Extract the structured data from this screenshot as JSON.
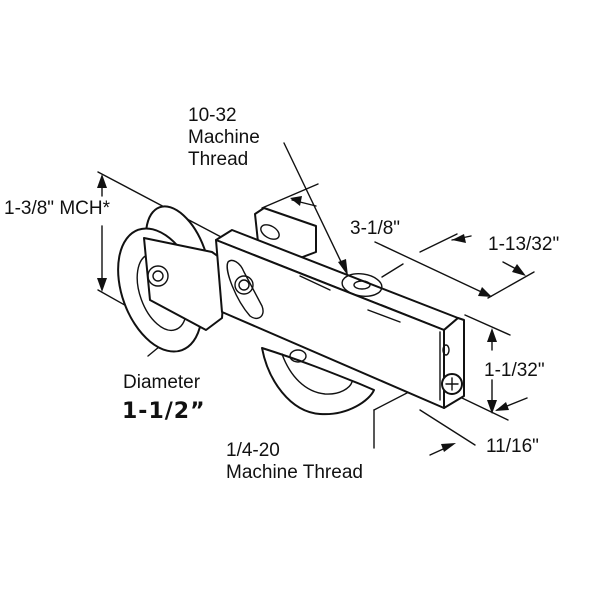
{
  "diagram": {
    "subject": "Sliding patio door tandem roller assembly",
    "background_color": "#ffffff",
    "line_color": "#111111",
    "callouts": {
      "top_thread": {
        "line1": "10-32",
        "line2": "Machine",
        "line3": "Thread"
      },
      "height": {
        "text": "1-3/8\" MCH*"
      },
      "length": {
        "text": "3-1/8\""
      },
      "end_width": {
        "text": "1-13/32\""
      },
      "end_height": {
        "text": "1-1/32\""
      },
      "thickness": {
        "text": "11/16\""
      },
      "diameter": {
        "label": "Diameter",
        "value": "1-1/2”"
      },
      "bottom_thread": {
        "line1": "1/4-20",
        "line2": "Machine Thread"
      }
    }
  }
}
